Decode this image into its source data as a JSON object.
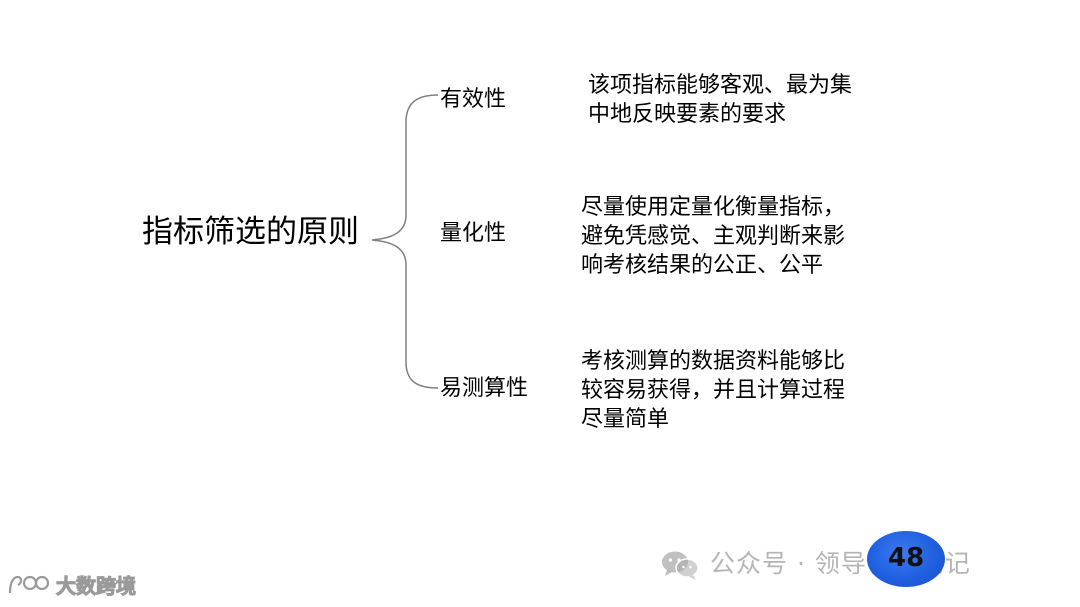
{
  "diagram": {
    "title": "指标筛选的原则",
    "branches": [
      {
        "label": "有效性",
        "description_lines": [
          "该项指标能够客观、最为集",
          "中地反映要素的要求"
        ]
      },
      {
        "label": "量化性",
        "description_lines": [
          "尽量使用定量化衡量指标，",
          "避免凭感觉、主观判断来影",
          "响考核结果的公正、公平"
        ]
      },
      {
        "label": "易测算性",
        "description_lines": [
          "考核测算的数据资料能够比",
          "较容易获得，并且计算过程",
          "尽量简单"
        ]
      }
    ]
  },
  "page_number": "48",
  "watermark": {
    "text": "公众号 · 领导管理笔记",
    "icon": "wechat-icon"
  },
  "corner_brand": {
    "text": "大数跨境",
    "icon": "brand-logo-icon"
  },
  "colors": {
    "page_badge": "#1f5fe0",
    "brace": "#808080",
    "text": "#000000"
  }
}
